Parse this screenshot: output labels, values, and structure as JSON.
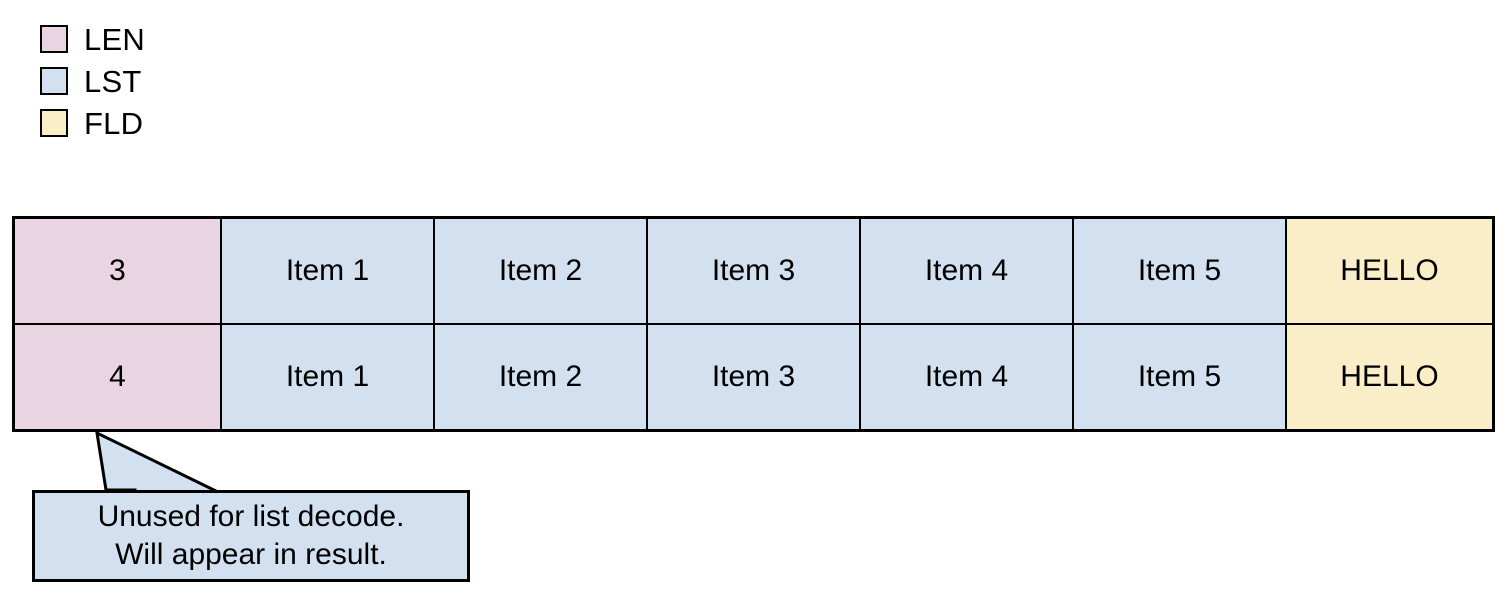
{
  "legend": {
    "items": [
      {
        "label": "LEN",
        "color": "#e9d5e2",
        "swatch_name": "legend-swatch-len"
      },
      {
        "label": "LST",
        "color": "#d3e0f0",
        "swatch_name": "legend-swatch-lst"
      },
      {
        "label": "FLD",
        "color": "#faeec8",
        "swatch_name": "legend-swatch-fld"
      }
    ]
  },
  "colors": {
    "len": "#e9d5e2",
    "lst": "#d3e0f0",
    "fld": "#faeec8",
    "callout_fill": "#d3e0f0",
    "stroke": "#000000",
    "background": "#ffffff"
  },
  "table": {
    "rows": [
      {
        "len": "3",
        "list": [
          "Item 1",
          "Item 2",
          "Item 3",
          "Item 4",
          "Item 5"
        ],
        "fld": "HELLO"
      },
      {
        "len": "4",
        "list": [
          "Item 1",
          "Item 2",
          "Item 3",
          "Item 4",
          "Item 5"
        ],
        "fld": "HELLO"
      }
    ]
  },
  "callout": {
    "line1": "Unused for list decode.",
    "line2": "Will appear in result.",
    "points_to": "4"
  }
}
